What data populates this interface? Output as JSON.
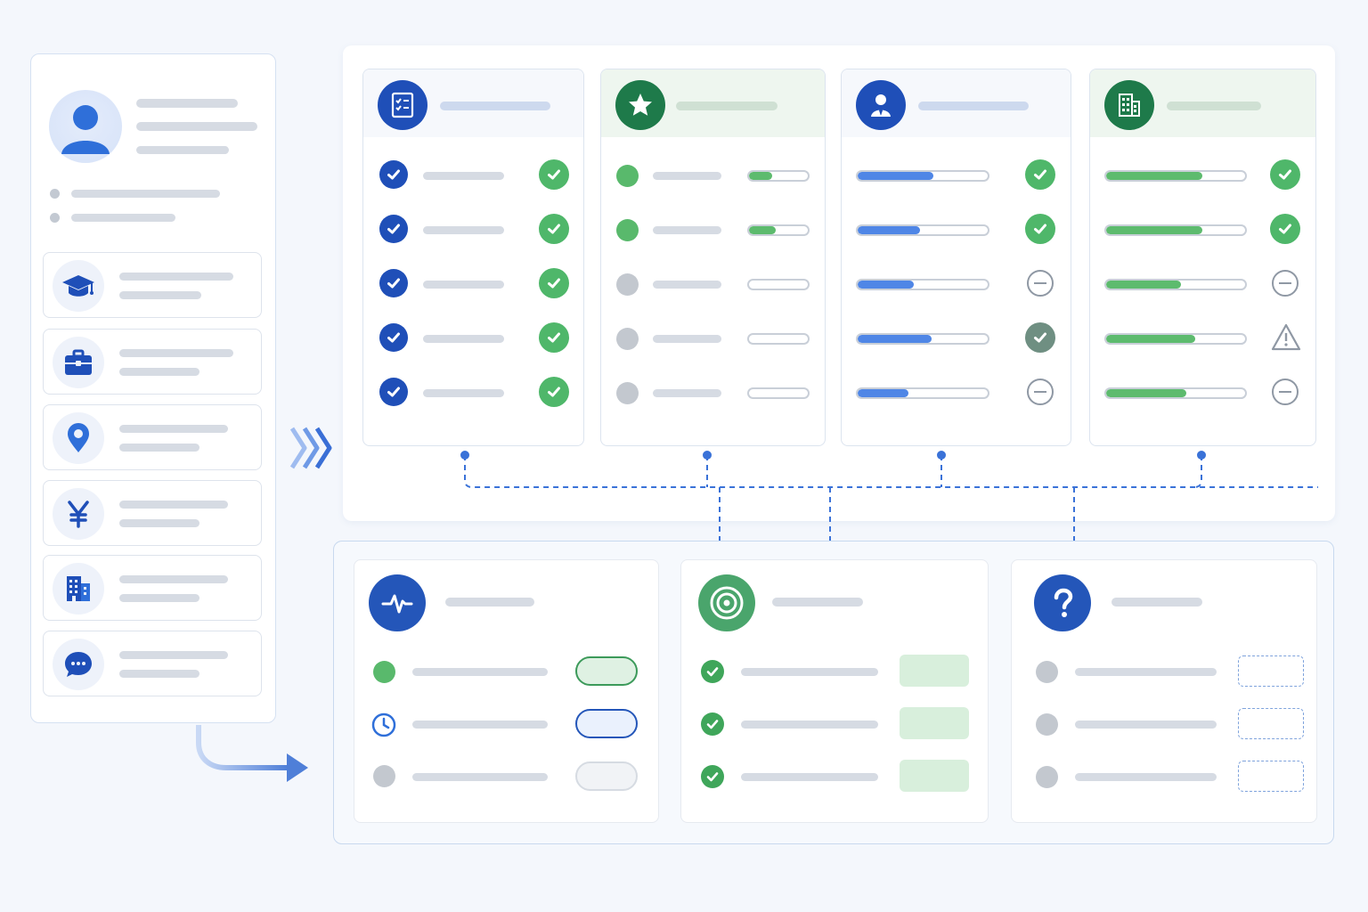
{
  "diagram": {
    "profile": {
      "icons": [
        "user-icon",
        "graduation-cap-icon",
        "briefcase-icon",
        "location-pin-icon",
        "yen-icon",
        "building-icon",
        "chat-icon"
      ]
    },
    "columns": [
      {
        "icon": "checklist-icon",
        "theme": "blue",
        "rows": [
          "check",
          "check",
          "check",
          "check",
          "check"
        ],
        "status": [
          "done",
          "done",
          "done",
          "done",
          "done"
        ]
      },
      {
        "icon": "star-icon",
        "theme": "green",
        "rows": [
          0.4,
          0.45,
          0,
          0,
          0
        ],
        "dots": [
          "green",
          "green",
          "grey",
          "grey",
          "grey"
        ]
      },
      {
        "icon": "user-badge-icon",
        "theme": "blue",
        "progress": [
          0.58,
          0.48,
          0.43,
          0.57,
          0.39
        ],
        "status": [
          "done",
          "done",
          "neutral",
          "done-muted",
          "neutral"
        ]
      },
      {
        "icon": "building-icon",
        "theme": "green",
        "progress": [
          0.69,
          0.69,
          0.54,
          0.64,
          0.58
        ],
        "status": [
          "done",
          "done",
          "neutral",
          "warning",
          "neutral"
        ]
      }
    ],
    "summary_cards": [
      {
        "icon": "activity-pulse-icon",
        "color": "#2456b9",
        "states": [
          "active",
          "pending",
          "idle"
        ]
      },
      {
        "icon": "target-icon",
        "color": "#4aa56c",
        "states": [
          "done",
          "done",
          "done"
        ]
      },
      {
        "icon": "question-icon",
        "color": "#2456b9",
        "states": [
          "empty",
          "empty",
          "empty"
        ]
      }
    ],
    "colors": {
      "blue": "#1f4fb8",
      "green": "#4fb76a",
      "progress_blue": "#4f86e6",
      "progress_green": "#5dbb6e"
    }
  }
}
